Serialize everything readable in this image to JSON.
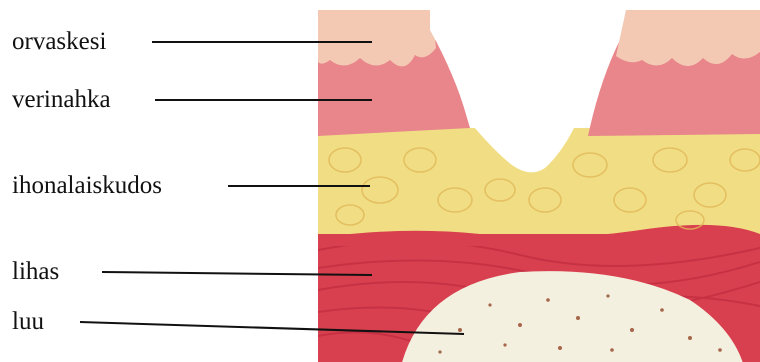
{
  "diagram": {
    "labels": {
      "epidermis": "orvaskesi",
      "dermis": "verinahka",
      "subcutis": "ihonalaiskudos",
      "muscle": "lihas",
      "bone": "luu"
    },
    "colors": {
      "epidermis": "#f3c9b4",
      "dermis": "#e8868b",
      "subcutis": "#f1de84",
      "muscle": "#d9404f",
      "bone": "#f4f0e0",
      "bone_spots": "#a5664a"
    }
  }
}
